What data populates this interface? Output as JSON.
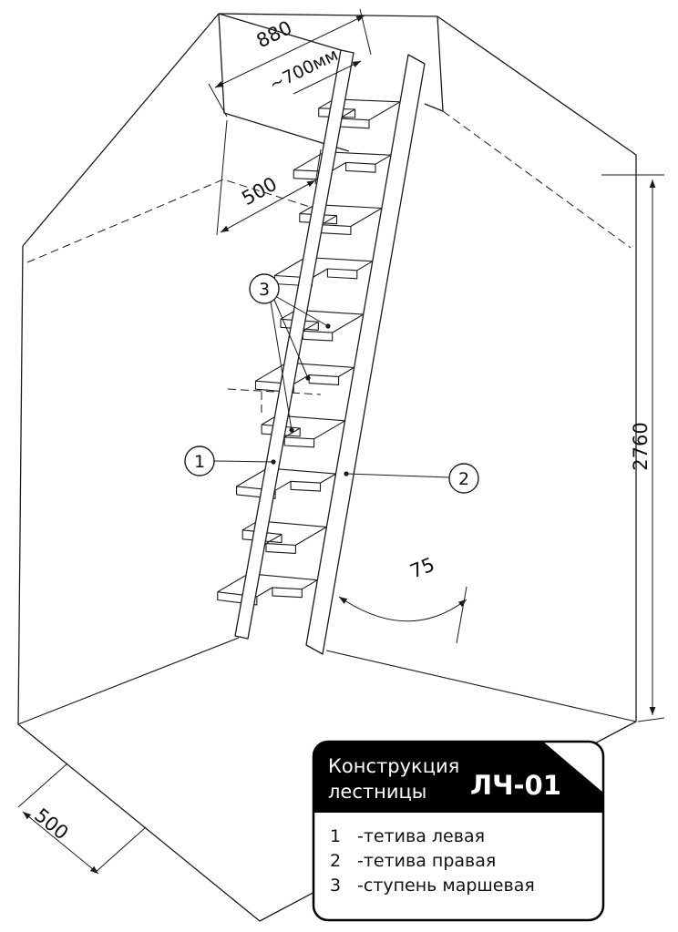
{
  "drawing": {
    "dimensions": {
      "opening_length": "880",
      "opening_width_note": "~700мм",
      "opening_side": "500",
      "height": "2760",
      "angle": "75",
      "bottom_width": "500"
    },
    "callouts": {
      "one": "1",
      "two": "2",
      "three": "3"
    },
    "title_block": {
      "title_line1": "Конструкция",
      "title_line2": "лестницы",
      "model": "ЛЧ-01",
      "legend": [
        {
          "num": "1",
          "label": "-тетива левая"
        },
        {
          "num": "2",
          "label": "-тетива правая"
        },
        {
          "num": "3",
          "label": "-ступень маршевая"
        }
      ]
    },
    "colors": {
      "line": "#1a1a1a",
      "panel_bg": "#000000",
      "panel_text": "#ffffff",
      "background": "#ffffff"
    }
  }
}
